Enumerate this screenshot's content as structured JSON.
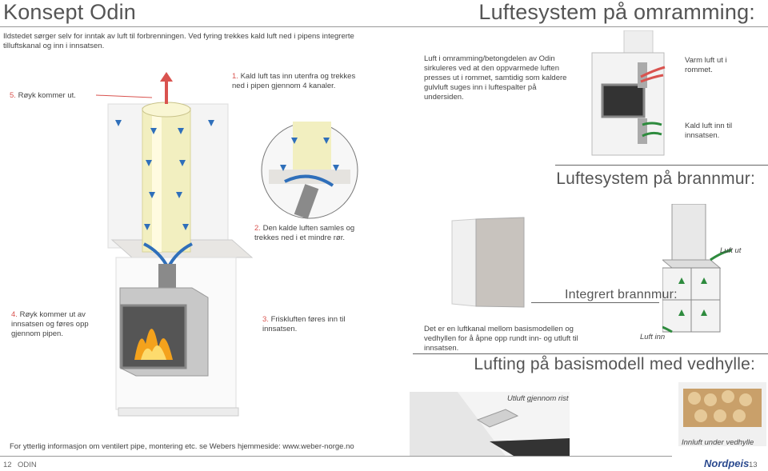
{
  "page": {
    "title_left": "Konsept Odin",
    "title_right": "Luftesystem på omramming:",
    "intro": "Ildstedet sørger selv for inntak av luft til forbrenningen. Ved fyring trekkes kald luft ned i pipens integrerte tilluftskanal og inn i innsatsen.",
    "step5": {
      "num": "5.",
      "text": "Røyk kommer ut."
    },
    "step1": {
      "num": "1.",
      "text": "Kald luft tas inn utenfra og trekkes ned i pipen gjennom 4 kanaler."
    },
    "step2": {
      "num": "2.",
      "text": "Den kalde luften samles og trekkes ned i et mindre rør."
    },
    "step3": {
      "num": "3.",
      "text": "Friskluften føres inn til innsatsen."
    },
    "step4": {
      "num": "4.",
      "text": "Røyk kommer ut av innsatsen og føres opp gjennom pipen."
    },
    "omramming_text": "Luft i omramming/betongdelen av Odin sirkuleres ved at den oppvarmede luften presses ut i rommet, samtidig som kaldere gulvluft suges inn i luftespalter på undersiden.",
    "warm_label": "Varm luft ut i rommet.",
    "cold_label": "Kald luft inn til innsatsen.",
    "brannmur_title": "Luftesystem på brannmur:",
    "integrert_title": "Integrert brannmur:",
    "integrert_text": "Det er en luftkanal mellom basismodellen og vedhyllen for å åpne opp rundt inn- og utluft til innsatsen.",
    "luft_ut": "Luft ut",
    "luft_inn": "Luft inn",
    "vedhylle_title": "Lufting på basismodell med vedhylle:",
    "utluft_label": "Utluft gjennom rist",
    "innluft_label": "Innluft under vedhylle",
    "footer_info": "For ytterlig informasjon om ventilert pipe, montering etc. se Webers hjemmeside: www.weber-norge.no",
    "page_left": "12",
    "section": "ODIN",
    "brand": "Nordpeis",
    "page_right": "13"
  }
}
